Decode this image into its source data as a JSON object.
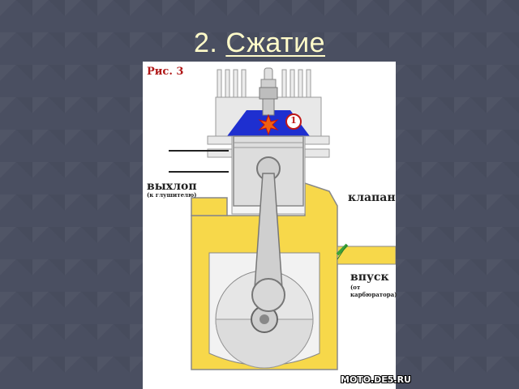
{
  "slide": {
    "number": "2.",
    "title": "Сжатие"
  },
  "figure": {
    "label": "Рис. 3",
    "marker": "1",
    "exhaust_label": "выхлоп",
    "exhaust_note": "(к глушителю)",
    "valve_label": "клапан",
    "intake_label": "впуск",
    "intake_note": "(от карбюратора)",
    "watermark": "MOTO.DE5.RU"
  },
  "colors": {
    "background": "#4a4f61",
    "title": "#fffbc9",
    "mixture": "#f7d84a",
    "combustion_chamber": "#1e2fd0",
    "valve": "#3aa23a"
  }
}
